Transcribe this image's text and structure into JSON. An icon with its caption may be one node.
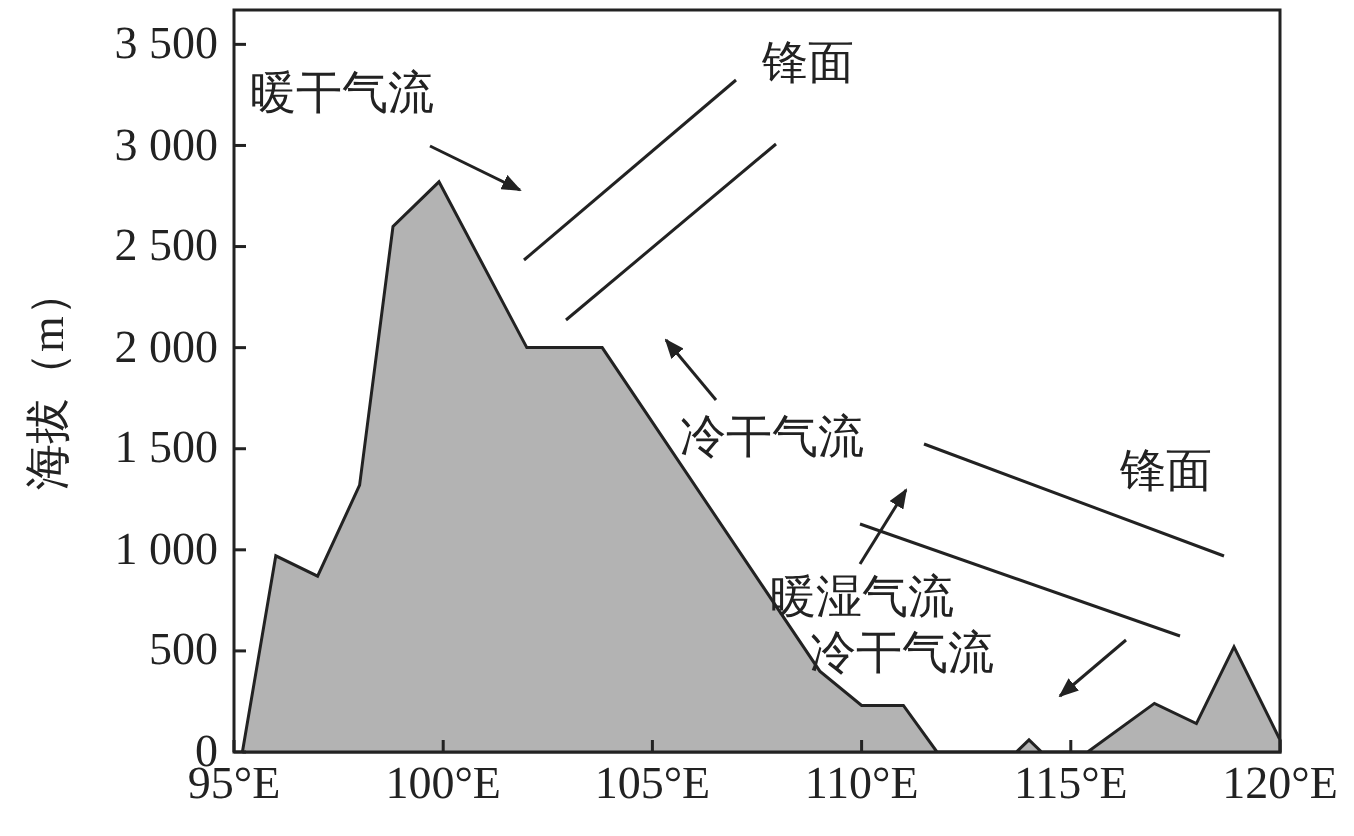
{
  "diagram": {
    "labels": [
      "暖干气流",
      "锋面",
      "冷干气流",
      "锋面",
      "暖湿气流",
      "冷干气流"
    ],
    "chart_data": {
      "type": "area",
      "ylabel": "海拔（m）",
      "x": [
        95.2,
        96,
        97,
        98,
        98.8,
        99.9,
        102,
        103.8,
        109,
        110,
        111,
        111.8,
        113.7,
        114,
        114.3,
        115.4,
        117,
        118,
        118.9,
        120
      ],
      "series": [
        {
          "color": "#b3b3b3",
          "values": [
            0,
            970,
            870,
            1320,
            2600,
            2820,
            2000,
            2000,
            400,
            230,
            230,
            0,
            0,
            60,
            0,
            0,
            240,
            140,
            520,
            60
          ]
        }
      ],
      "xlim": [
        95,
        120
      ],
      "ylim": [
        0,
        3670
      ],
      "xticks": [
        {
          "value": 95,
          "label": "95°E"
        },
        {
          "value": 100,
          "label": "100°E"
        },
        {
          "value": 105,
          "label": "105°E"
        },
        {
          "value": 110,
          "label": "110°E"
        },
        {
          "value": 115,
          "label": "115°E"
        },
        {
          "value": 120,
          "label": "120°E"
        }
      ],
      "yticks": [
        {
          "value": 0,
          "label": "0"
        },
        {
          "value": 500,
          "label": "500"
        },
        {
          "value": 1000,
          "label": "1 000"
        },
        {
          "value": 1500,
          "label": "1 500"
        },
        {
          "value": 2000,
          "label": "2 000"
        },
        {
          "value": 2500,
          "label": "2 500"
        },
        {
          "value": 3000,
          "label": "3 000"
        },
        {
          "value": 3500,
          "label": "3 500"
        }
      ]
    }
  }
}
